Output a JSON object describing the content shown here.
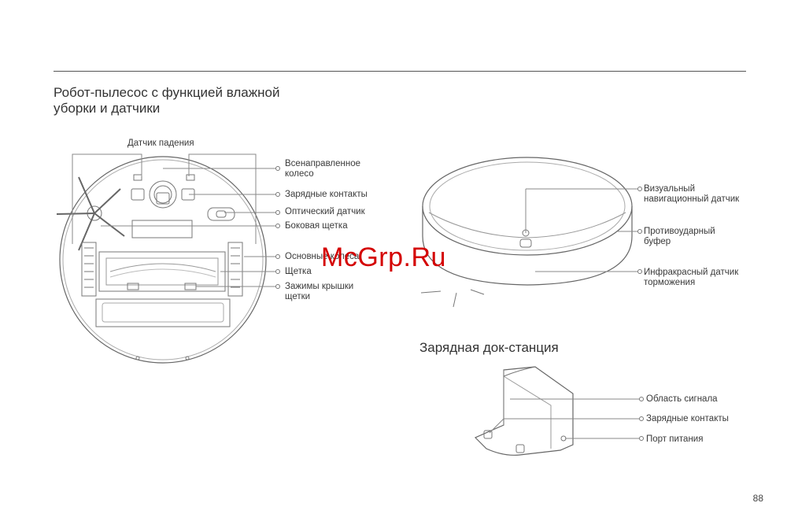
{
  "title": "Робот-пылесос с функцией влажной уборки и датчики",
  "robot_bottom_labels": {
    "fall_sensor": "Датчик падения",
    "omni_wheel": "Всенаправленное колесо",
    "charging_contacts": "Зарядные контакты",
    "optical_sensor": "Оптический датчик",
    "side_brush": "Боковая щетка",
    "main_wheels": "Основные колеса",
    "brush": "Щетка",
    "brush_cover_clips": "Зажимы крышки щетки"
  },
  "robot_top_labels": {
    "visual_nav_sensor": "Визуальный навигационный датчик",
    "bumper": "Противоударный буфер",
    "ir_brake_sensor": "Инфракрасный датчик торможения"
  },
  "dock_title": "Зарядная док-станция",
  "dock_labels": {
    "signal_area": "Область сигнала",
    "charging_contacts": "Зарядные контакты",
    "power_port": "Порт питания"
  },
  "watermark": "McGrp.Ru",
  "page_number": "88"
}
